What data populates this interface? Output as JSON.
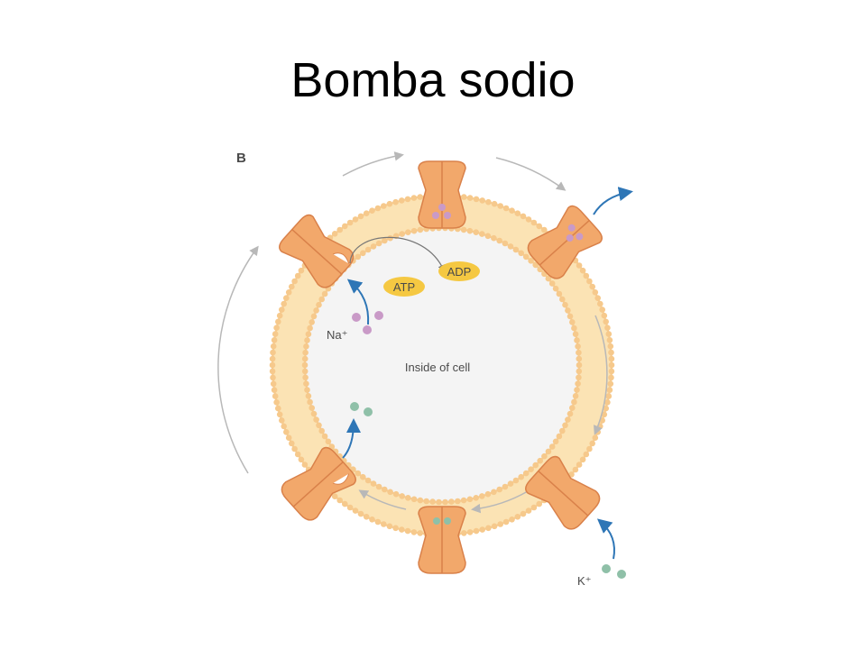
{
  "slide": {
    "title": "Bomba sodio"
  },
  "diagram": {
    "panel_label": "B",
    "atp_label": "ATP",
    "adp_label": "ADP",
    "sodium_label": "Na⁺",
    "potassium_label": "K⁺",
    "inside_label": "Inside of cell"
  },
  "colors": {
    "membrane_fill": "#fbe3b4",
    "lipid_head": "#f6c98c",
    "pump_protein": "#f2a86b",
    "pump_outline": "#d9814a",
    "sodium_ion": "#c99ac7",
    "potassium_ion": "#8fc0a8",
    "atp_badge": "#f5c842",
    "transport_arrow": "#2e76b6",
    "cycle_arrow": "#b8b8b8",
    "cell_interior": "#f4f4f4"
  }
}
